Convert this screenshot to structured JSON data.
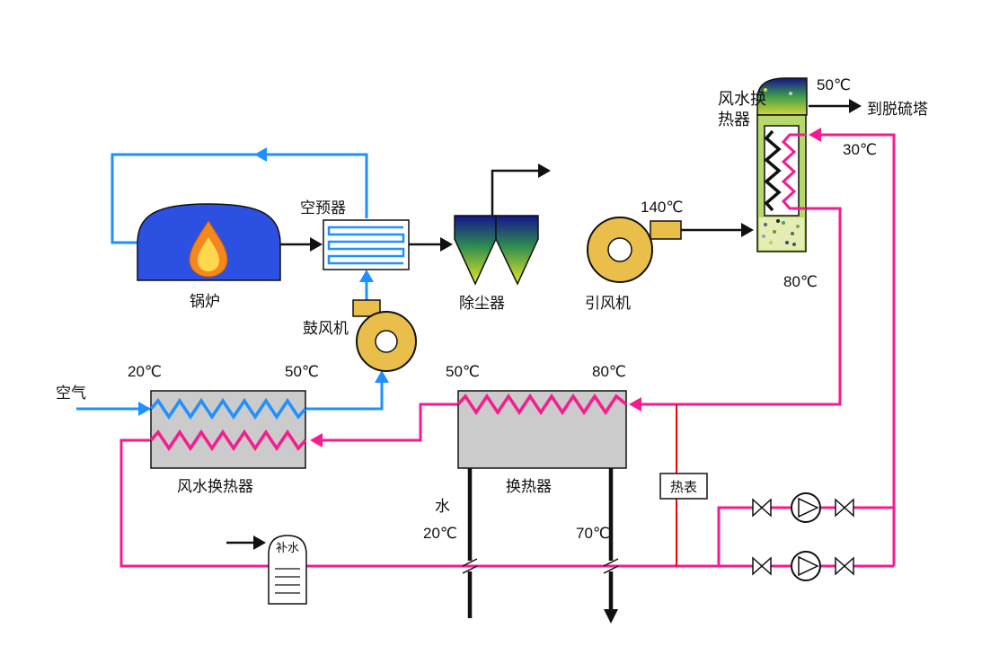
{
  "colors": {
    "pipe_air": "#1e90ff",
    "pipe_hot_water": "#f81b8f",
    "meter_line": "#ff0000",
    "fan_fill": "#e9be4b",
    "boiler_fill": "#2b50e2",
    "hx_box_fill": "#cbcbcb",
    "gas_hx_fill": "#b5d96b",
    "flame_outer": "#f5871f",
    "flame_inner": "#ffd84d"
  },
  "equipment": {
    "boiler": {
      "label": "锅炉"
    },
    "air_preheater": {
      "label": "空预器"
    },
    "blower": {
      "label": "鼓风机"
    },
    "dust_collector": {
      "label": "除尘器"
    },
    "induced_fan": {
      "label": "引风机"
    },
    "gas_water_hx": {
      "label": "风水换热器"
    },
    "air_water_hx": {
      "label": "风水换热器"
    },
    "water_hx": {
      "label": "换热器"
    },
    "heat_meter": {
      "label": "热表"
    },
    "makeup_tank": {
      "label": "补水"
    }
  },
  "streams": {
    "air_inlet": {
      "label": "空气",
      "temp_in": "20℃",
      "temp_out": "50℃"
    },
    "flue_gas": {
      "temp_fan_outlet": "140℃",
      "temp_stack": "50℃",
      "destination": "到脱硫塔"
    },
    "hot_water_loop": {
      "supply": "80℃",
      "mid_supply": "80℃",
      "mid_return": "50℃",
      "return": "30℃"
    },
    "process_water": {
      "label": "水",
      "temp_in": "20℃",
      "temp_out": "70℃"
    }
  }
}
